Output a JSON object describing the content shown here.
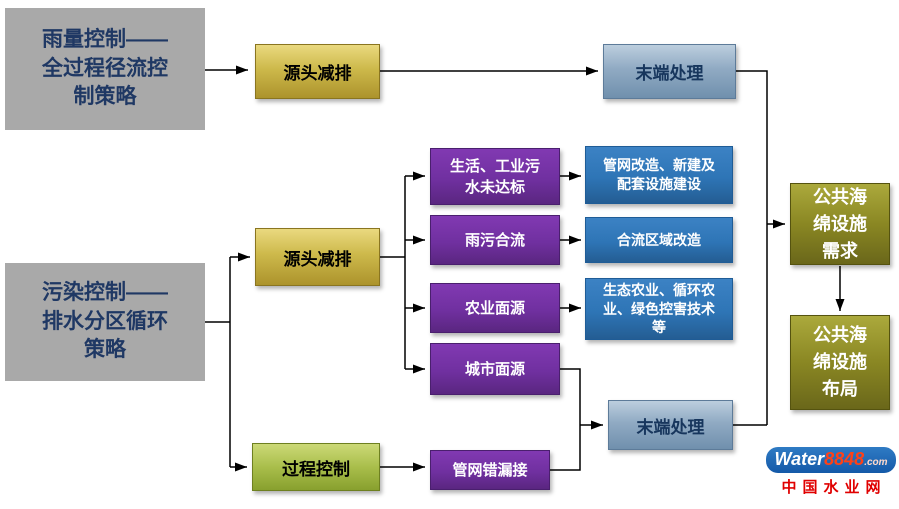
{
  "nodes": {
    "rainfall_strategy": "雨量控制——\n全过程径流控\n制策略",
    "source_reduction_top": "源头减排",
    "end_treatment_top": "末端处理",
    "pollution_strategy": "污染控制——\n排水分区循环\n策略",
    "source_reduction_mid": "源头减排",
    "process_control": "过程控制",
    "domestic_industrial": "生活、工业污\n水未达标",
    "rain_sewage": "雨污合流",
    "agri_nonpoint": "农业面源",
    "urban_nonpoint": "城市面源",
    "pipe_misconnect": "管网错漏接",
    "pipe_renovation": "管网改造、新建及\n配套设施建设",
    "combined_area": "合流区域改造",
    "eco_agri": "生态农业、循环农\n业、绿色控害技术\n等",
    "end_treatment_bottom": "末端处理",
    "sponge_demand": "公共海\n绵设施\n需求",
    "sponge_layout": "公共海\n绵设施\n布局"
  },
  "logo": {
    "brand_water": "Water",
    "brand_number": "8848",
    "brand_tld": ".com",
    "site_name": "中国水业网"
  },
  "colors": {
    "gray_box": "#a9a9a9",
    "navy_text": "#1f3864",
    "gold_box": "#cdb94b",
    "steel_box": "#90aac3",
    "purple_box": "#7030a0",
    "blue_box": "#2e75b6",
    "olive_box": "#8a8723",
    "green_box": "#a9be4b",
    "arrow": "#000000",
    "logo_blue": "#1459a8",
    "logo_red": "#e00000"
  }
}
